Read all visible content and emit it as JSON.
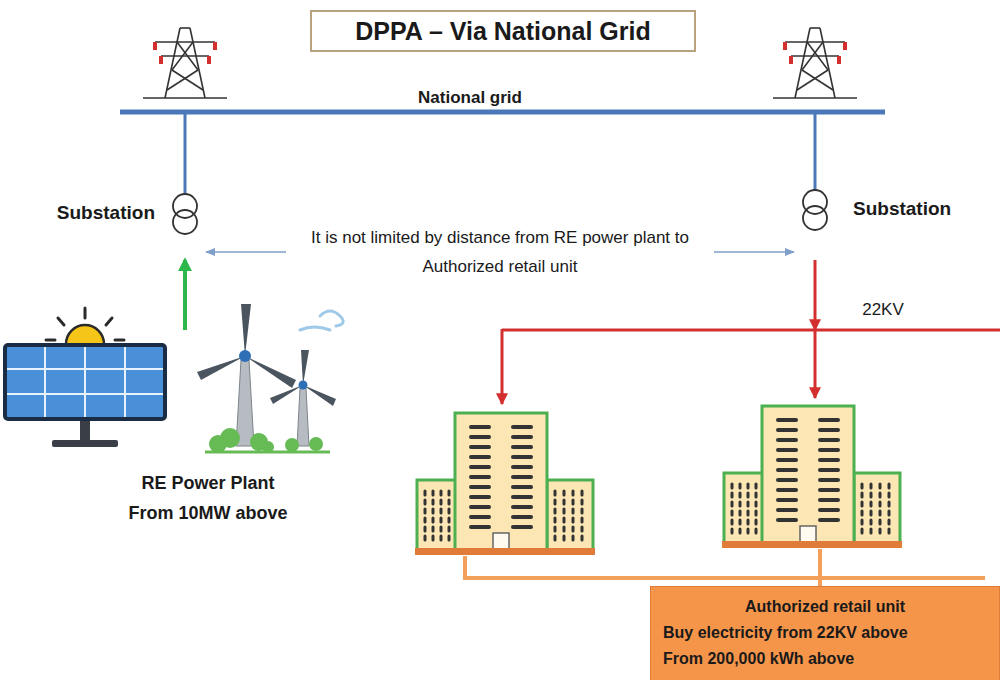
{
  "diagram": {
    "title": "DPPA – Via National Grid",
    "nodes": [
      {
        "text": [
          "Substation"
        ]
      },
      {
        "text": [
          "Substation"
        ]
      },
      {
        "text": [
          "RE Power Plant From 10MW above"
        ]
      },
      {
        "text": [
          "Authorized retail unit",
          "Buy electricity from 22KV above",
          "From 200,000 kWh above"
        ]
      }
    ],
    "edges": [
      {
        "from": 2,
        "to": 0,
        "arrow": "to"
      },
      {
        "from": 0,
        "to": 1,
        "arrow": "both",
        "label": "It is not limited by distance from RE power plant to Authorized retail unit"
      }
    ],
    "labels": [
      "National grid",
      "22KV"
    ]
  }
}
